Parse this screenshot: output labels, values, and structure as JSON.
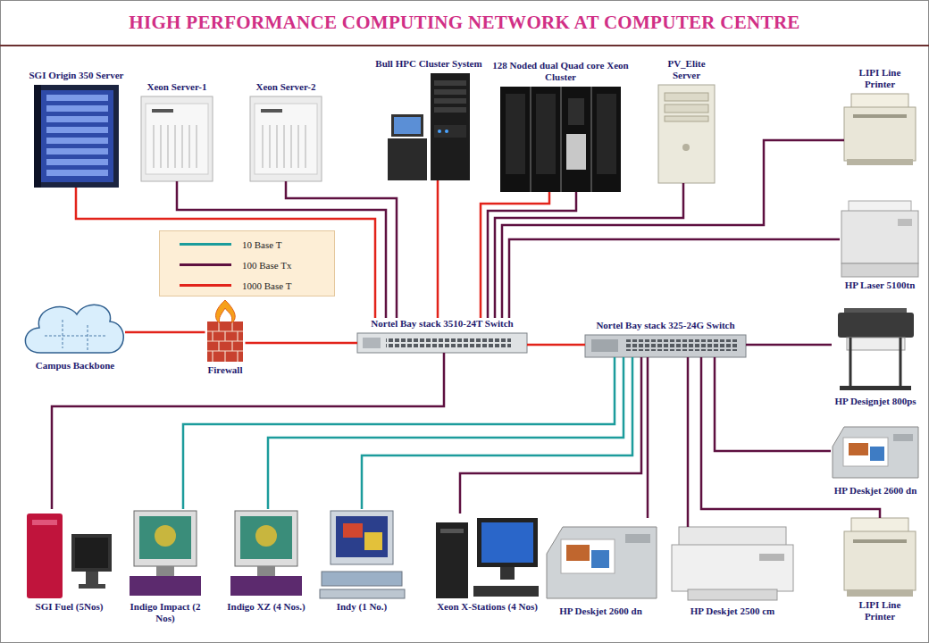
{
  "diagram": {
    "title": "HIGH PERFORMANCE COMPUTING NETWORK AT COMPUTER CENTRE",
    "nodes": [
      {
        "text": [
          "SGI Origin 350 Server"
        ]
      },
      {
        "text": [
          "Xeon Server-1"
        ]
      },
      {
        "text": [
          "Xeon Server-2"
        ]
      },
      {
        "text": [
          "Bull HPC Cluster System"
        ]
      },
      {
        "text": [
          "128 Noded dual Quad core Xeon Cluster"
        ]
      },
      {
        "text": [
          "PV_Elite Server"
        ]
      },
      {
        "text": [
          "LIPI Line Printer"
        ]
      },
      {
        "text": [
          "HP Laser 5100tn"
        ]
      },
      {
        "text": [
          "Campus Backbone"
        ]
      },
      {
        "text": [
          "Firewall"
        ]
      },
      {
        "text": [
          "Nortel Bay stack 3510-24T Switch"
        ]
      },
      {
        "text": [
          "Nortel Bay stack 325-24G Switch"
        ]
      },
      {
        "text": [
          "HP Designjet 800ps"
        ]
      },
      {
        "text": [
          "HP Deskjet 2600 dn"
        ]
      },
      {
        "text": [
          "LIPI Line Printer"
        ]
      },
      {
        "text": [
          "SGI Fuel (5Nos)"
        ]
      },
      {
        "text": [
          "Indigo Impact (2 Nos)"
        ]
      },
      {
        "text": [
          "Indigo XZ (4 Nos.)"
        ]
      },
      {
        "text": [
          "Indy (1 No.)"
        ]
      },
      {
        "text": [
          "Xeon X-Stations (4 Nos)"
        ]
      },
      {
        "text": [
          "HP Deskjet 2600 dn"
        ]
      },
      {
        "text": [
          "HP Deskjet 2500 cm"
        ]
      }
    ],
    "edges": [
      {
        "from": 0,
        "to": 10,
        "arrow": "none"
      },
      {
        "from": 1,
        "to": 10,
        "arrow": "none"
      },
      {
        "from": 2,
        "to": 10,
        "arrow": "none"
      },
      {
        "from": 3,
        "to": 10,
        "arrow": "none"
      },
      {
        "from": 4,
        "to": 10,
        "arrow": "none"
      },
      {
        "from": 4,
        "to": 10,
        "arrow": "none"
      },
      {
        "from": 5,
        "to": 10,
        "arrow": "none"
      },
      {
        "from": 6,
        "to": 10,
        "arrow": "none"
      },
      {
        "from": 7,
        "to": 10,
        "arrow": "none"
      },
      {
        "from": 8,
        "to": 9,
        "arrow": "none"
      },
      {
        "from": 9,
        "to": 10,
        "arrow": "none"
      },
      {
        "from": 10,
        "to": 11,
        "arrow": "none"
      },
      {
        "from": 11,
        "to": 12,
        "arrow": "none"
      },
      {
        "from": 10,
        "to": 15,
        "arrow": "none"
      },
      {
        "from": 11,
        "to": 16,
        "arrow": "none"
      },
      {
        "from": 11,
        "to": 17,
        "arrow": "none"
      },
      {
        "from": 11,
        "to": 18,
        "arrow": "none"
      },
      {
        "from": 11,
        "to": 19,
        "arrow": "none"
      },
      {
        "from": 11,
        "to": 20,
        "arrow": "none"
      },
      {
        "from": 11,
        "to": 21,
        "arrow": "none"
      },
      {
        "from": 11,
        "to": 14,
        "arrow": "none"
      },
      {
        "from": 11,
        "to": 13,
        "arrow": "none"
      }
    ],
    "legend": [
      {
        "text": "10 Base T",
        "color": "#1c9c9c"
      },
      {
        "text": "100 Base Tx",
        "color": "#5e1040"
      },
      {
        "text": "1000 Base T",
        "color": "#e2231a"
      }
    ]
  }
}
